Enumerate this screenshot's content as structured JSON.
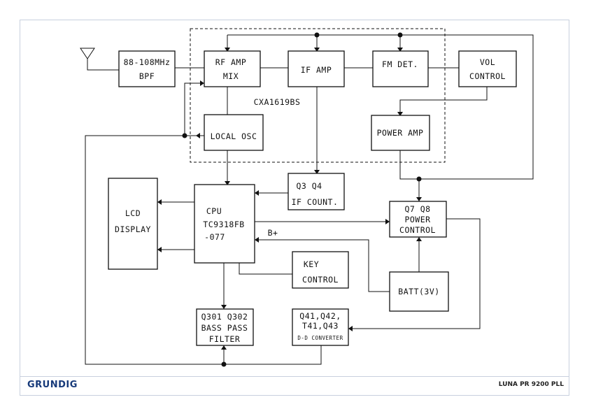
{
  "diagram": {
    "ic_label": "CXA1619BS",
    "supply_label": "B+",
    "blocks": {
      "bpf": [
        "88-108MHz",
        "BPF"
      ],
      "rf_amp": [
        "RF AMP",
        "MIX"
      ],
      "if_amp": [
        "IF AMP"
      ],
      "fm_det": [
        "FM DET."
      ],
      "vol": [
        "VOL",
        "CONTROL"
      ],
      "local_osc": [
        "LOCAL OSC"
      ],
      "power_amp": [
        "POWER AMP"
      ],
      "lcd": [
        "LCD",
        "DISPLAY"
      ],
      "cpu": [
        "CPU",
        "TC9318FB",
        "-077"
      ],
      "if_count": [
        "Q3 Q4",
        "IF COUNT."
      ],
      "power_ctrl": [
        "Q7 Q8",
        "POWER",
        "CONTROL"
      ],
      "key": [
        "KEY",
        "CONTROL"
      ],
      "batt": [
        "BATT(3V)"
      ],
      "bass": [
        "Q301 Q302",
        "BASS PASS",
        "FILTER"
      ],
      "dd": [
        "Q41,Q42,",
        "T41,Q43",
        "D-D CONVERTER"
      ]
    }
  },
  "footer": {
    "brand": "GRUNDIG",
    "model": "LUNA PR 9200 PLL"
  }
}
